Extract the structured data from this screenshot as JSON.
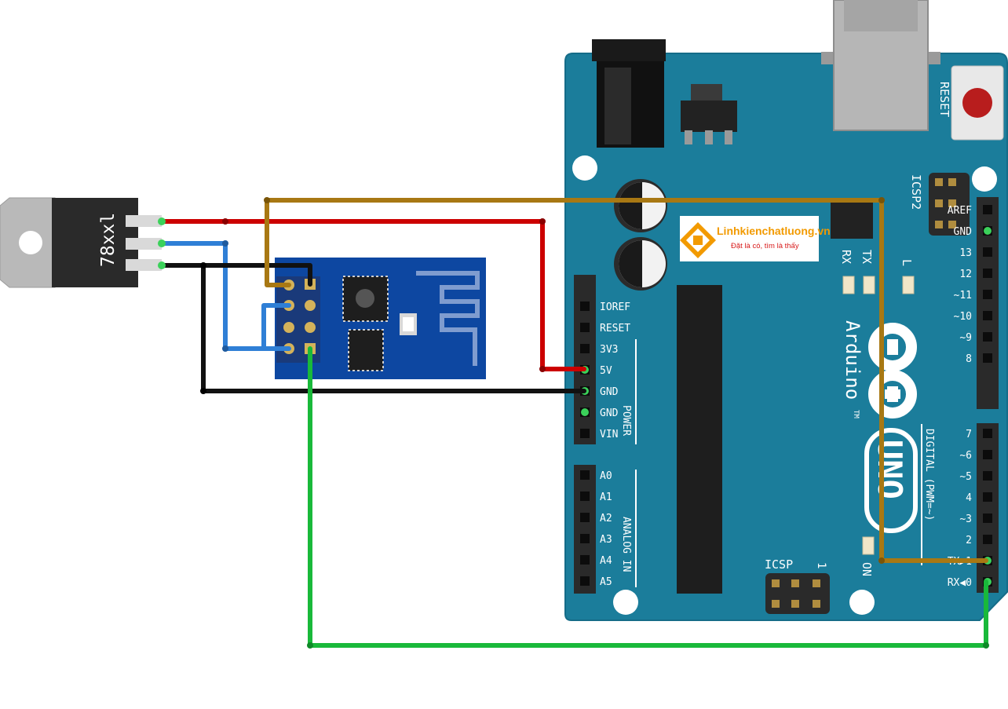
{
  "colors": {
    "board": "#1b7d9b",
    "board_edge": "#17708c",
    "esp_board": "#0d47a1",
    "wire_red": "#cc0000",
    "wire_black": "#111111",
    "wire_blue": "#2f7fd6",
    "wire_brown": "#a87813",
    "wire_green": "#19b93a",
    "header": "#2a2a2a",
    "logo_orange": "#f29a00",
    "logo_red": "#d81a1a"
  },
  "regulator": {
    "label": "78xxl"
  },
  "logo": {
    "title": "Linhkienchatluong.vn",
    "slogan": "Đặt là có, tìm là thấy"
  },
  "arduino": {
    "brand": "Arduino",
    "trademark": "TM",
    "model": "UNO",
    "reset_label": "RESET",
    "icsp2_label": "ICSP2",
    "icsp_label": "ICSP",
    "icsp_one": "1",
    "led_labels": [
      "RX",
      "TX",
      "L"
    ],
    "on_label": "ON",
    "power_header_label": "POWER",
    "analog_header_label": "ANALOG IN",
    "digital_header_label": "DIGITAL (PWM=~)",
    "power_pins": [
      "IOREF",
      "RESET",
      "3V3",
      "5V",
      "GND",
      "GND",
      "VIN"
    ],
    "analog_pins": [
      "A0",
      "A1",
      "A2",
      "A3",
      "A4",
      "A5"
    ],
    "digital_pins_top": [
      "AREF",
      "GND",
      "13",
      "12",
      "~11",
      "~10",
      "~9",
      "8"
    ],
    "digital_pins_bottom": [
      "7",
      "~6",
      "~5",
      "4",
      "~3",
      "2",
      "TX▶1",
      "RX◀0"
    ]
  }
}
